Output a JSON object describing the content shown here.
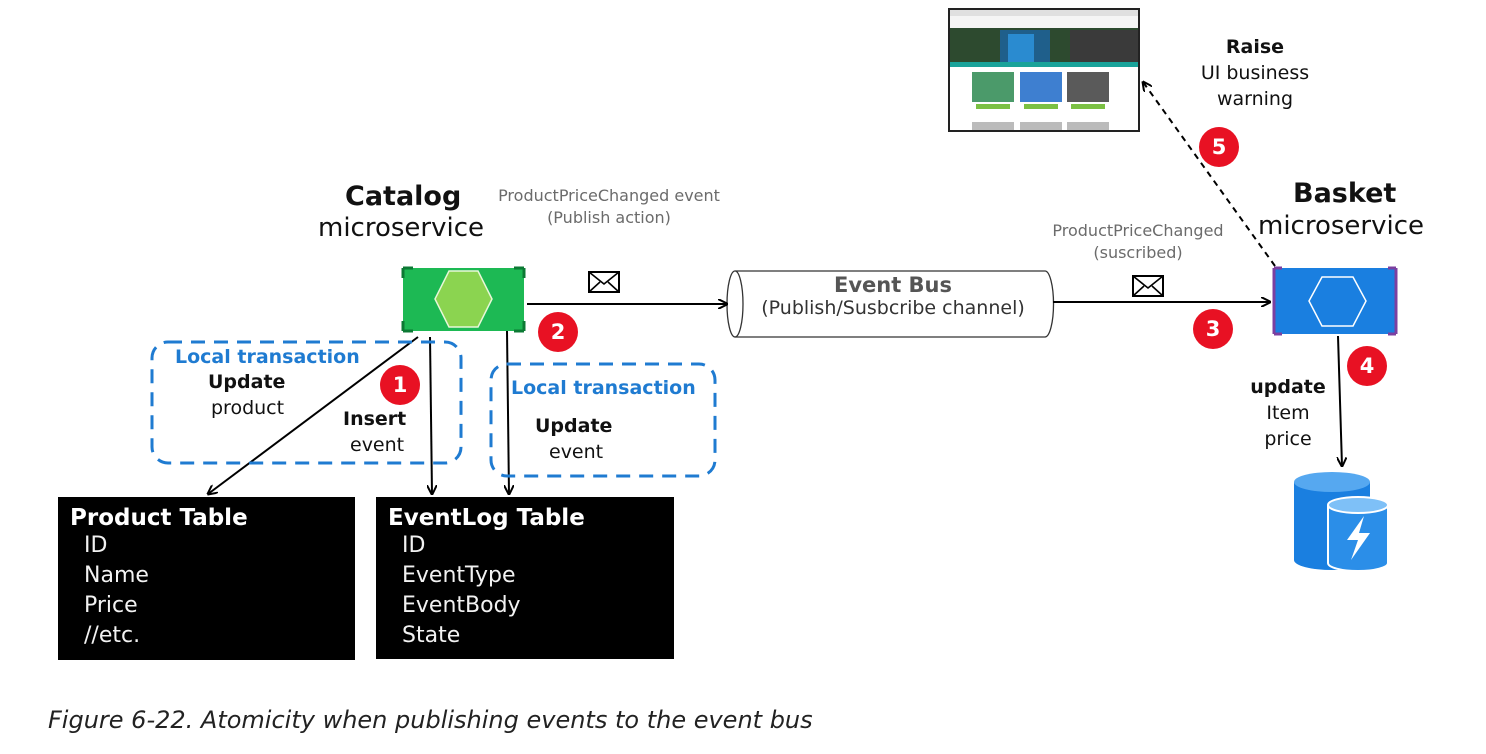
{
  "catalog": {
    "title": "Catalog",
    "subtitle": "microservice"
  },
  "basket": {
    "title": "Basket",
    "subtitle": "microservice"
  },
  "publish_event": {
    "line1": "ProductPriceChanged event",
    "line2": "(Publish action)"
  },
  "subscribe_event": {
    "line1": "ProductPriceChanged",
    "line2": "(suscribed)"
  },
  "event_bus": {
    "title": "Event Bus",
    "subtitle": "(Publish/Susbcribe channel)"
  },
  "local_tx_1": {
    "title": "Local transaction",
    "action": "Update",
    "target": "product"
  },
  "insert_event": {
    "action": "Insert",
    "target": "event"
  },
  "local_tx_2": {
    "title": "Local transaction",
    "action": "Update",
    "target": "event"
  },
  "product_table": {
    "title": "Product Table",
    "rows": [
      "ID",
      "Name",
      "Price",
      "//etc."
    ]
  },
  "eventlog_table": {
    "title": "EventLog Table",
    "rows": [
      "ID",
      "EventType",
      "EventBody",
      "State"
    ]
  },
  "basket_update": {
    "action": "update",
    "line2": "Item",
    "line3": "price"
  },
  "raise_warning": {
    "action": "Raise",
    "line2": "UI business",
    "line3": "warning"
  },
  "steps": [
    "1",
    "2",
    "3",
    "4",
    "5"
  ],
  "caption": "Figure 6-22. Atomicity when publishing events to the event bus",
  "colors": {
    "catalog_green": "#1db954",
    "hex_green": "#8bd450",
    "basket_blue": "#1a7fe0",
    "badge_red": "#e81123",
    "transaction_blue": "#1f7bd1"
  }
}
